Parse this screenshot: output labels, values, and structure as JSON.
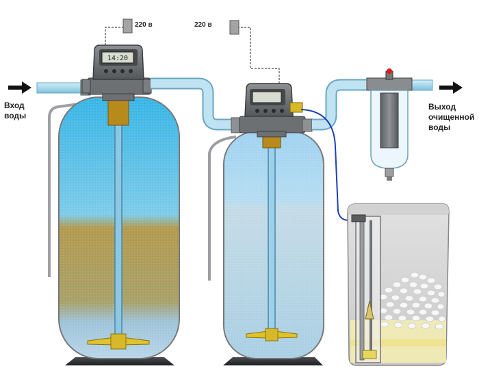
{
  "labels": {
    "inlet_line1": "Вход",
    "inlet_line2": "воды",
    "outlet_line1": "Выход",
    "outlet_line2": "очищенной",
    "outlet_line3": "воды",
    "power_1": "220 в",
    "power_2": "220 в"
  },
  "display": {
    "time": "14:20"
  },
  "colors": {
    "water": "#3fb8e4",
    "treated_water": "#b9d9ec",
    "filter_media": "#b29a4e",
    "tank_base": "#2e2f33",
    "pipe": "#a8d8ec",
    "valve_body": "#6f7275",
    "salt_solution": "#f3ecb2"
  }
}
